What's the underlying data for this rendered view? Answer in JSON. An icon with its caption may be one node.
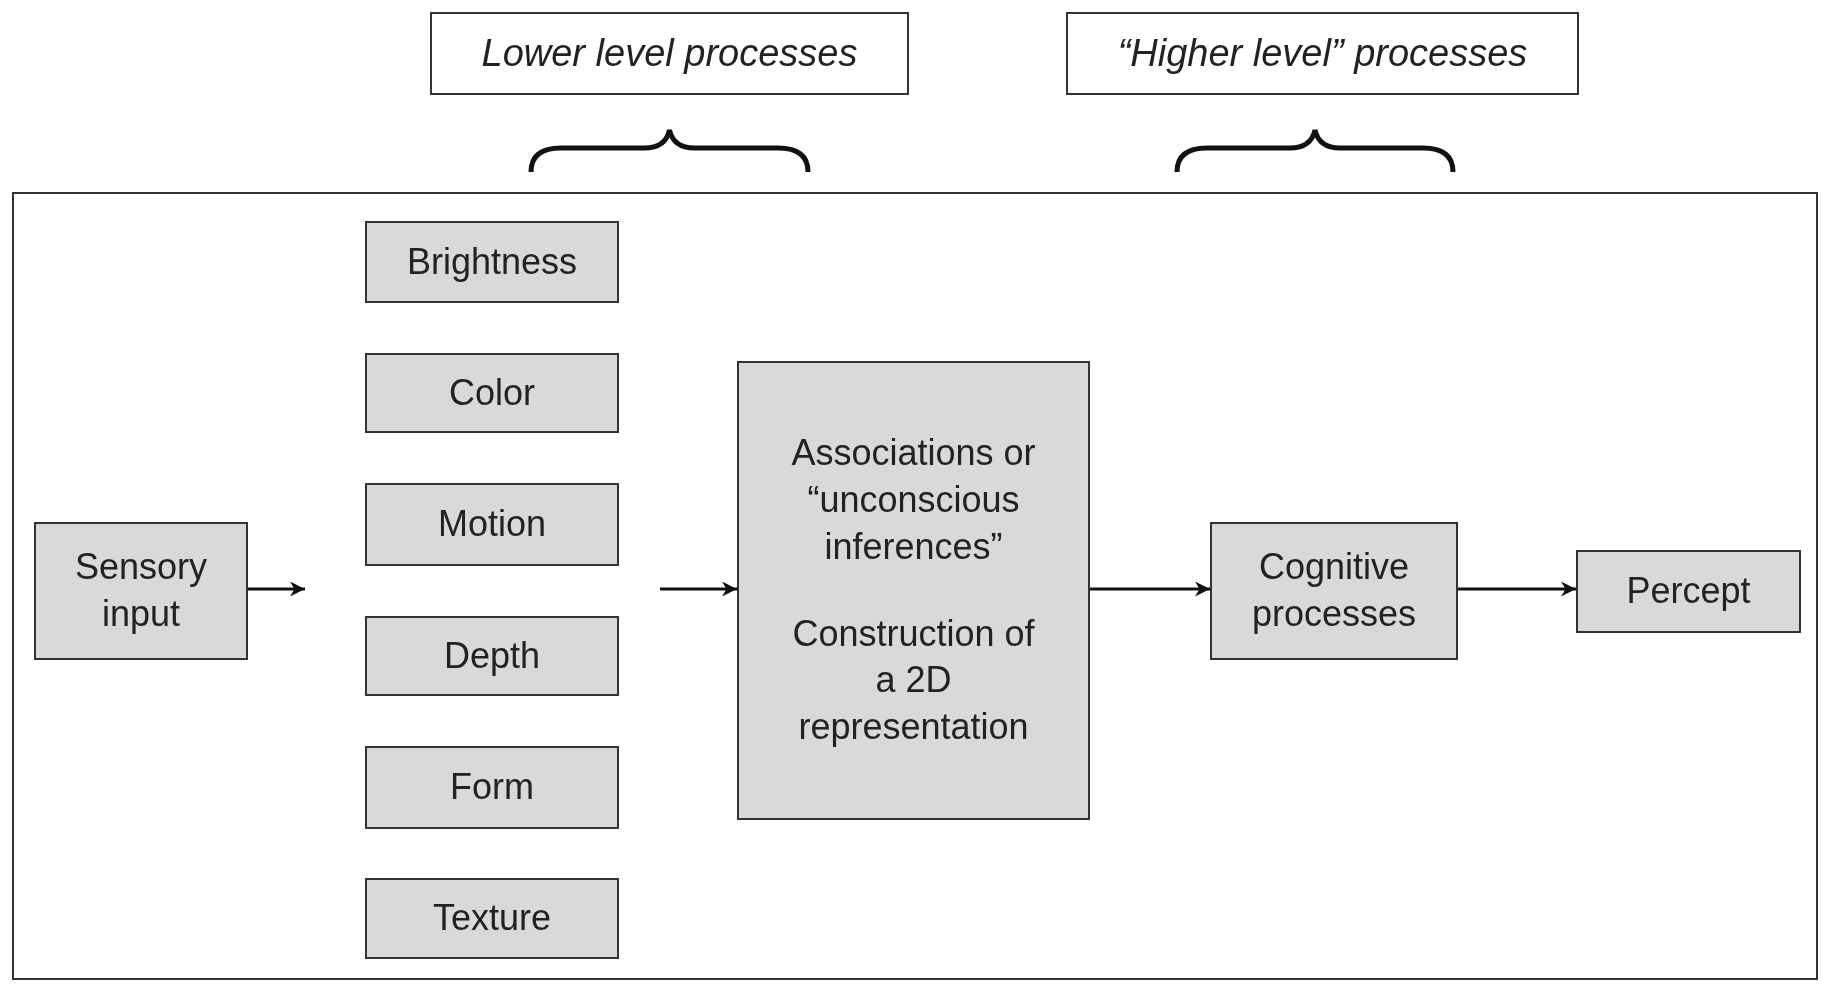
{
  "diagram": {
    "nodes": [
      {
        "text": [
          "Lower level processes"
        ]
      },
      {
        "text": [
          "“Higher level” processes"
        ]
      },
      {
        "text": [],
        "shape": "box"
      },
      {
        "text": [
          "Sensory input"
        ],
        "in": 2
      },
      {
        "text": [
          "Brightness"
        ],
        "in": 2
      },
      {
        "text": [
          "Color"
        ],
        "in": 2
      },
      {
        "text": [
          "Motion"
        ],
        "in": 2
      },
      {
        "text": [
          "Depth"
        ],
        "in": 2
      },
      {
        "text": [
          "Form"
        ],
        "in": 2
      },
      {
        "text": [
          "Texture"
        ],
        "in": 2
      },
      {
        "text": [
          "Associations or “unconscious inferences”",
          "Construction of a 2D representation"
        ],
        "in": 2
      },
      {
        "text": [
          "Cognitive processes"
        ],
        "in": 2
      },
      {
        "text": [
          "Percept"
        ],
        "in": 2
      }
    ],
    "edges": [
      {
        "from": 3,
        "to": null,
        "arrow": "to"
      },
      {
        "from": null,
        "to": 10,
        "arrow": "to"
      },
      {
        "from": 10,
        "to": 11,
        "arrow": "to"
      },
      {
        "from": 11,
        "to": 12,
        "arrow": "to"
      }
    ]
  }
}
